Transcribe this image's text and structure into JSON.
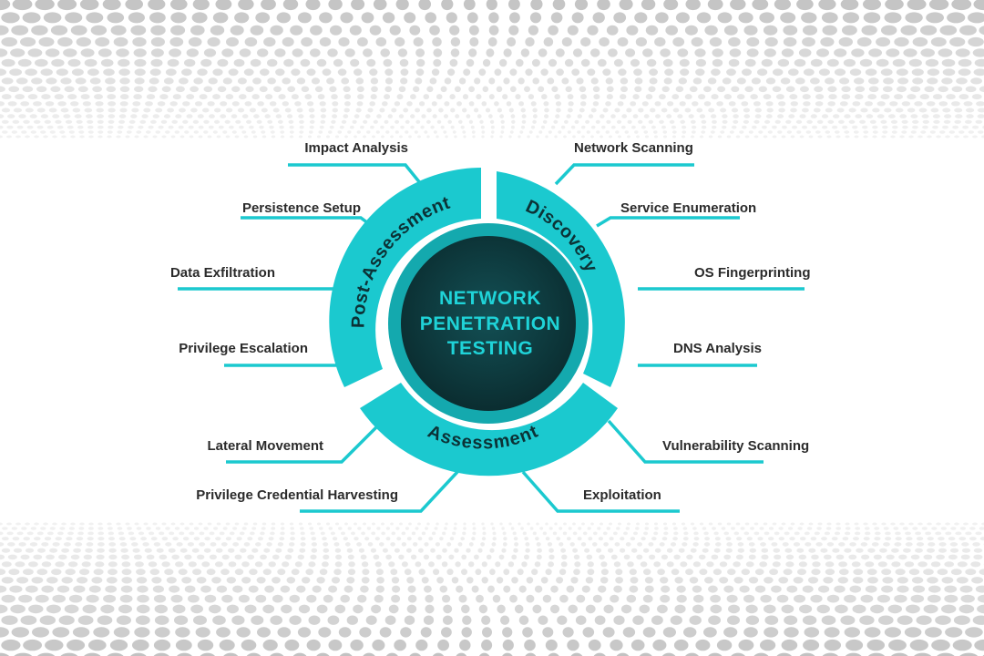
{
  "center": {
    "line1": "NETWORK",
    "line2": "PENETRATION",
    "line3": "TESTING"
  },
  "phases": {
    "discovery": "Discovery",
    "assessment": "Assessment",
    "post_assessment": "Post-Assessment"
  },
  "steps": {
    "network_scanning": "Network Scanning",
    "service_enumeration": "Service Enumeration",
    "os_fingerprinting": "OS Fingerprinting",
    "dns_analysis": "DNS Analysis",
    "vulnerability_scanning": "Vulnerability Scanning",
    "exploitation": "Exploitation",
    "privilege_credential_harvesting": "Privilege Credential Harvesting",
    "lateral_movement": "Lateral Movement",
    "privilege_escalation": "Privilege Escalation",
    "data_exfiltration": "Data Exfiltration",
    "persistence_setup": "Persistence Setup",
    "impact_analysis": "Impact Analysis"
  },
  "colors": {
    "ring": "#1bc9cf",
    "ring_inner": "#12aab0",
    "core": "#0d3438",
    "core_text": "#1fd3d8",
    "phase_text": "#0c3236",
    "step_text": "#2b2b2b",
    "connector": "#1bc9cf"
  }
}
